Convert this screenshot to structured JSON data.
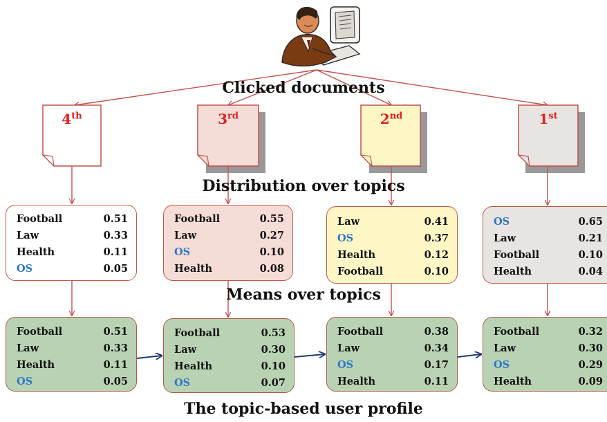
{
  "headings": {
    "clicked": "Clicked documents",
    "distribution": "Distribution over topics",
    "means": "Means over topics",
    "profile": "The topic-based user profile"
  },
  "colors": {
    "arrow_red": "#c0504d",
    "arrow_blue": "#1f3a78",
    "doc_4th_fill": "#ffffff",
    "doc_3rd_fill": "#f6dcd6",
    "doc_2nd_fill": "#fff6c6",
    "doc_1st_fill": "#e7e4e2",
    "profile_fill": "#b9d2b4",
    "os_blue": "#2d77c6",
    "ordinal_red": "#e02020"
  },
  "user_icon": "person-at-computer-icon",
  "documents": [
    {
      "ordinal": "4",
      "suffix": "th"
    },
    {
      "ordinal": "3",
      "suffix": "rd"
    },
    {
      "ordinal": "2",
      "suffix": "nd"
    },
    {
      "ordinal": "1",
      "suffix": "st"
    }
  ],
  "distributions": [
    [
      {
        "topic": "Football",
        "value": "0.51"
      },
      {
        "topic": "Law",
        "value": "0.33"
      },
      {
        "topic": "Health",
        "value": "0.11"
      },
      {
        "topic": "OS",
        "value": "0.05"
      }
    ],
    [
      {
        "topic": "Football",
        "value": "0.55"
      },
      {
        "topic": "Law",
        "value": "0.27"
      },
      {
        "topic": "OS",
        "value": "0.10"
      },
      {
        "topic": "Health",
        "value": "0.08"
      }
    ],
    [
      {
        "topic": "Law",
        "value": "0.41"
      },
      {
        "topic": "OS",
        "value": "0.37"
      },
      {
        "topic": "Health",
        "value": "0.12"
      },
      {
        "topic": "Football",
        "value": "0.10"
      }
    ],
    [
      {
        "topic": "OS",
        "value": "0.65"
      },
      {
        "topic": "Law",
        "value": "0.21"
      },
      {
        "topic": "Football",
        "value": "0.10"
      },
      {
        "topic": "Health",
        "value": "0.04"
      }
    ]
  ],
  "profiles": [
    [
      {
        "topic": "Football",
        "value": "0.51"
      },
      {
        "topic": "Law",
        "value": "0.33"
      },
      {
        "topic": "Health",
        "value": "0.11"
      },
      {
        "topic": "OS",
        "value": "0.05"
      }
    ],
    [
      {
        "topic": "Football",
        "value": "0.53"
      },
      {
        "topic": "Law",
        "value": "0.30"
      },
      {
        "topic": "Health",
        "value": "0.10"
      },
      {
        "topic": "OS",
        "value": "0.07"
      }
    ],
    [
      {
        "topic": "Football",
        "value": "0.38"
      },
      {
        "topic": "Law",
        "value": "0.34"
      },
      {
        "topic": "OS",
        "value": "0.17"
      },
      {
        "topic": "Health",
        "value": "0.11"
      }
    ],
    [
      {
        "topic": "Football",
        "value": "0.32"
      },
      {
        "topic": "Law",
        "value": "0.30"
      },
      {
        "topic": "OS",
        "value": "0.29"
      },
      {
        "topic": "Health",
        "value": "0.09"
      }
    ]
  ]
}
